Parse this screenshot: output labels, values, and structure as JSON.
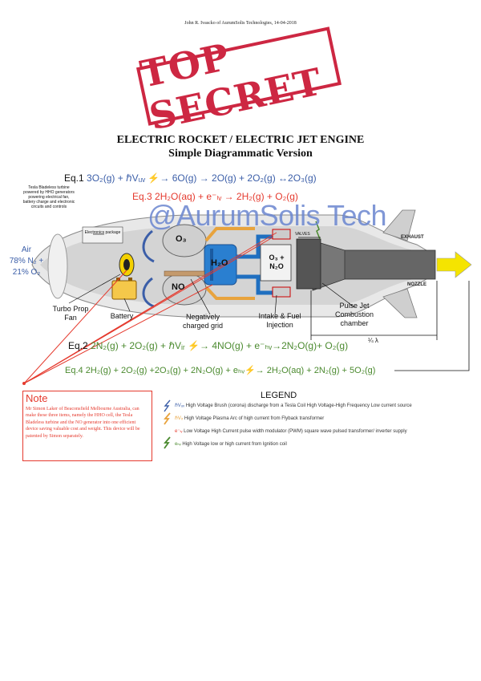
{
  "author": "John R. Ivascko of AurumSolis Technologies, 14-04-2018",
  "stamp": "TOP SECRET",
  "title": "ELECTRIC ROCKET / ELECTRIC JET ENGINE",
  "subtitle": "Simple Diagrammatic Version",
  "watermark": "@AurumSolis Tech",
  "equations": {
    "eq1": {
      "label": "Eq.1",
      "text": "3O₂(g) + ℏVᵤᵥ ⚡→ 6O(g) → 2O(g) + 2O₂(g) ↔2O₃(g)"
    },
    "eq3": {
      "label": "Eq.3",
      "text": "2H₂O(aq) + e⁻ₗᵥ → 2H₂(g) + O₂(g)"
    },
    "eq2": {
      "label": "Eq.2",
      "text": "2N₂(g) + 2O₂(g) + ℏVᵢᵣ ⚡→ 4NO(g) + e⁻ₕᵥ→2N₂O(g)+ O₂(g)"
    },
    "eq4": {
      "label": "Eq.4",
      "text": "2H₂(g) + 2O₂(g) +2O₃(g) + 2N₂O(g) + eₕᵥ⚡→ 2H₂O(aq) + 2N₂(g) + 5O₂(g)"
    }
  },
  "labels": {
    "tesla": "Tesla Bladeless turbine powered by HHO generators powering electrical fan, battery charge and electronic circuits and controls",
    "air_line1": "Air",
    "air_line2": "78% N₂ +",
    "air_line3": "21% O₂",
    "electronics": "Electronics package",
    "o3": "O₃",
    "no": "NO",
    "h2o": "H₂O",
    "o3n2o": "O₃ + N₂O",
    "valves": "VALVES",
    "exhaust": "EXHAUST",
    "nozzle": "NOZZLE",
    "turbo": "Turbo Prop Fan",
    "battery": "Battery",
    "grid": "Negatively charged grid",
    "intake": "Intake & Fuel Injection",
    "pulsejet": "Pulse Jet Combustion chamber",
    "lambda": "¼ λ"
  },
  "note": {
    "title": "Note",
    "text": "Mr Simon Laker of Beaconsfield Melbourne Australia, can make these three items, namely the HHO cell, the Tesla Bladeless turbine and the NO generator into one efficient device saving valuable cost and weight. This device will be patented by Simon separately."
  },
  "legend": {
    "title": "LEGEND",
    "items": [
      {
        "symbol": "ℏVᵤᵥ",
        "text": "High Voltage Brush (corona) discharge from a Tesla Coil High Voltage-High Frequency Low current source",
        "color": "#3b5ea8"
      },
      {
        "symbol": "ℏVᵢᵣ",
        "text": "High Voltage Plasma Arc of high current from Flyback transformer",
        "color": "#e8a33d"
      },
      {
        "symbol": "e⁻ₗᵥ",
        "text": "Low Voltage High Current pulse width modulator (PWM) square wave pulsed transformer/ inverter supply",
        "color": "#e53a2e"
      },
      {
        "symbol": "eₕᵥ",
        "text": "High Voltage low or high current from Ignition coil",
        "color": "#4b8a2f"
      }
    ]
  },
  "colors": {
    "blue": "#3b5ea8",
    "red": "#e53a2e",
    "green": "#4b8a2f",
    "yellow": "#f5e400",
    "orange": "#e8a33d"
  }
}
